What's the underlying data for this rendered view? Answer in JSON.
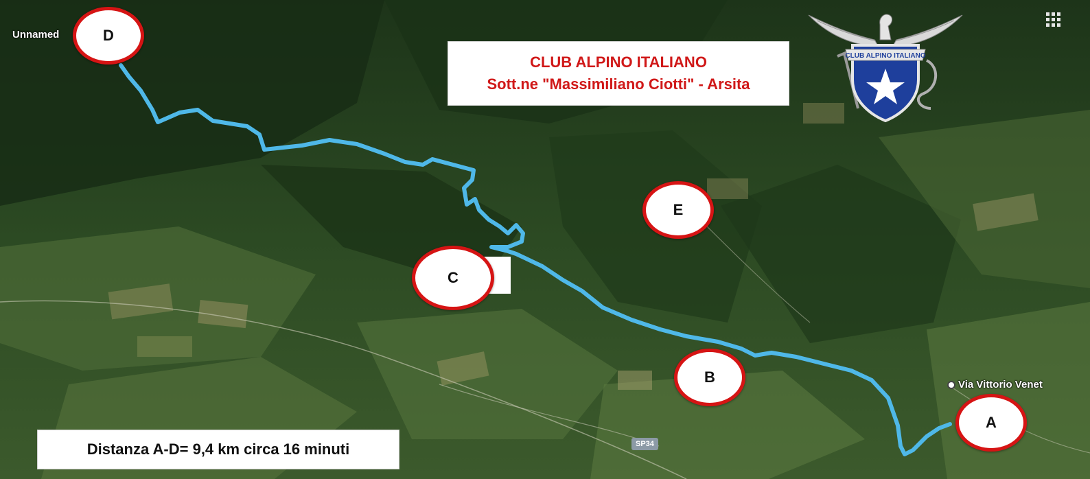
{
  "header": {
    "title_line1": "CLUB ALPINO ITALIANO",
    "title_line2": "Sott.ne \"Massimiliano Ciotti\" - Arsita"
  },
  "info": {
    "distance": "Distanza A-D= 9,4 km circa 16 minuti"
  },
  "markers": {
    "a": "A",
    "b": "B",
    "c": "C",
    "d": "D",
    "e": "E"
  },
  "places": {
    "unnamed": "Unnamed",
    "street": "Via Vittorio Venet",
    "road": "SP34"
  },
  "logo": {
    "icon": "cai-eagle-shield-logo",
    "text": "CLUB ALPINO ITALIANO"
  },
  "controls": {
    "apps_icon": "apps-grid-icon"
  },
  "colors": {
    "route": "#4fb8e8",
    "marker_border": "#d61414",
    "title_text": "#d01818",
    "shield": "#1e3f9c"
  }
}
